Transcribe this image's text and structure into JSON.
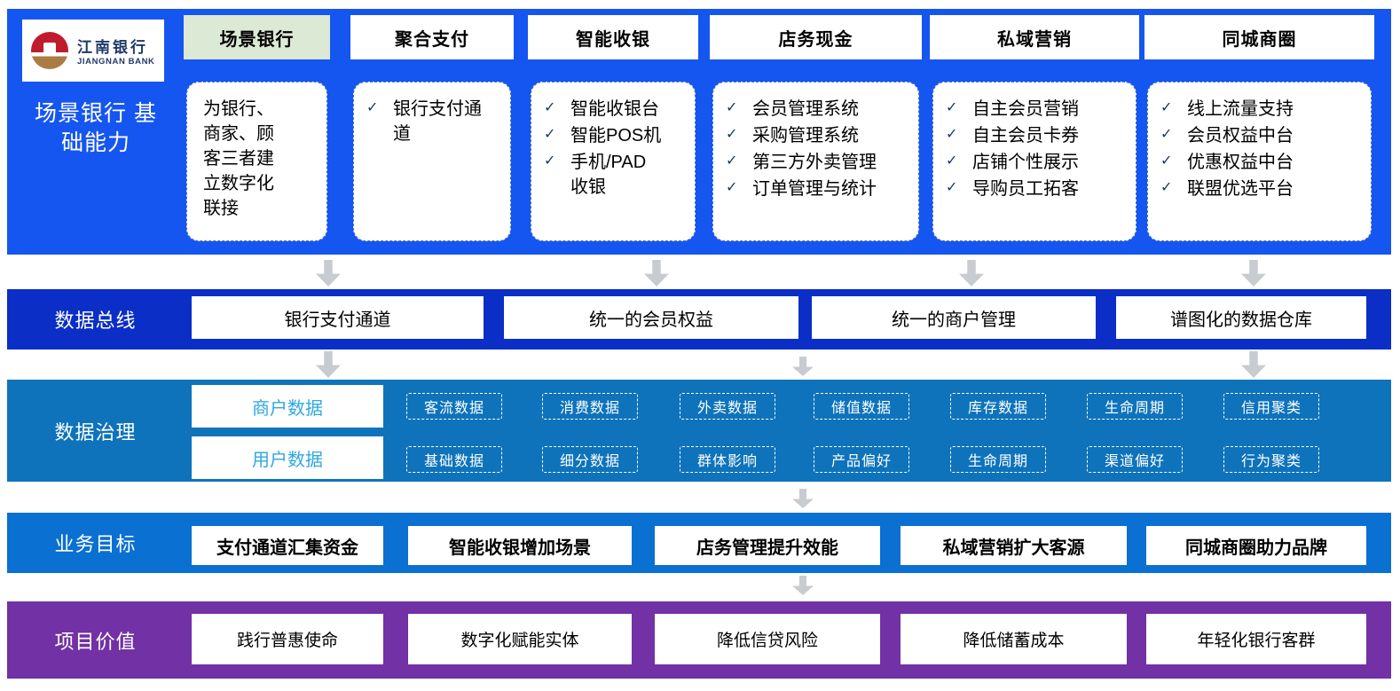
{
  "colors": {
    "band_capability": "#1656F0",
    "band_data_bus": "#0B2EC6",
    "band_governance": "#0E73BB",
    "band_goals": "#0A70D2",
    "band_values": "#7231A4",
    "header_highlight": "#DCE9D5",
    "dashed_border": "#4472C4",
    "category_text": "#2FA8E1",
    "arrow_gray": "#C8CCD1",
    "logo_red": "#C01B2D",
    "logo_brown": "#AA7C44",
    "logo_navy": "#1F3A68"
  },
  "brand": {
    "logo_cn": "江南银行",
    "logo_en": "JIANGNAN BANK"
  },
  "capability_band": {
    "label": "场景银行 基础能力",
    "check_glyph": "✓",
    "columns": [
      {
        "header": "场景银行",
        "intro": "为银行、商家、顾客三者建立数字化联接"
      },
      {
        "header": "聚合支付",
        "items": [
          "银行支付通道"
        ]
      },
      {
        "header": "智能收银",
        "items": [
          "智能收银台",
          "智能POS机",
          "手机/PAD收银"
        ]
      },
      {
        "header": "店务现金",
        "items": [
          "会员管理系统",
          "采购管理系统",
          "第三方外卖管理",
          "订单管理与统计"
        ]
      },
      {
        "header": "私域营销",
        "items": [
          "自主会员营销",
          "自主会员卡券",
          "店铺个性展示",
          "导购员工拓客"
        ]
      },
      {
        "header": "同城商圈",
        "items": [
          "线上流量支持",
          "会员权益中台",
          "优惠权益中台",
          "联盟优选平台"
        ]
      }
    ]
  },
  "data_bus": {
    "label": "数据总线",
    "boxes": [
      "银行支付通道",
      "统一的会员权益",
      "统一的商户管理",
      "谱图化的数据仓库"
    ]
  },
  "data_governance": {
    "label": "数据治理",
    "rows": [
      {
        "category": "商户数据",
        "chips": [
          "客流数据",
          "消费数据",
          "外卖数据",
          "储值数据",
          "库存数据",
          "生命周期",
          "信用聚类"
        ]
      },
      {
        "category": "用户数据",
        "chips": [
          "基础数据",
          "细分数据",
          "群体影响",
          "产品偏好",
          "生命周期",
          "渠道偏好",
          "行为聚类"
        ]
      }
    ]
  },
  "business_goals": {
    "label": "业务目标",
    "boxes": [
      "支付通道汇集资金",
      "智能收银增加场景",
      "店务管理提升效能",
      "私域营销扩大客源",
      "同城商圈助力品牌"
    ]
  },
  "project_values": {
    "label": "项目价值",
    "boxes": [
      "践行普惠使命",
      "数字化赋能实体",
      "降低信贷风险",
      "降低储蓄成本",
      "年轻化银行客群"
    ]
  }
}
